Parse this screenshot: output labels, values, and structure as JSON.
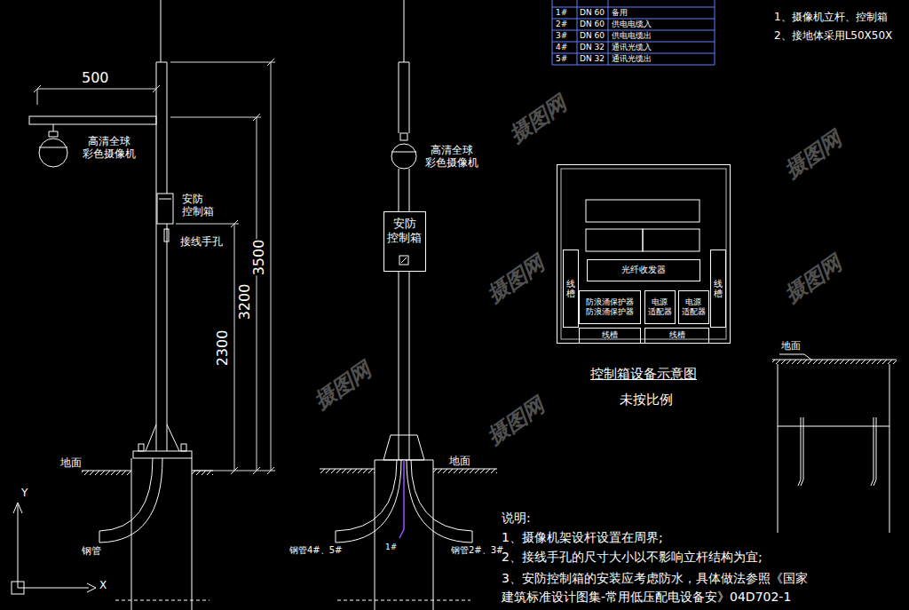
{
  "diagram": {
    "nodes": [
      {
        "text": [
          "安防 控制箱"
        ]
      },
      {
        "text": [
          "控制箱设备示意图"
        ]
      },
      {
        "text": [
          "光纤收发器"
        ],
        "in": 1
      },
      {
        "text": [
          "防浪涌保护器",
          "防浪涌保护器"
        ],
        "in": 1
      },
      {
        "text": [
          "电源 适配器"
        ],
        "in": 1
      },
      {
        "text": [
          "电源 适配器"
        ],
        "in": 1
      },
      {
        "text": [
          "线槽"
        ],
        "in": 1
      },
      {
        "text": [
          "线槽"
        ],
        "in": 1
      },
      {
        "text": [
          "线槽"
        ],
        "in": 1
      },
      {
        "text": [
          "线槽"
        ],
        "in": 1
      }
    ],
    "labels": [
      "500",
      "高清全球 彩色摄像机",
      "安防 控制箱",
      "接线手孔",
      "3500",
      "3200",
      "2300",
      "地面",
      "钢管",
      "Y",
      "X",
      "高清全球 彩色摄像机",
      "地面",
      "钢管4#、5#",
      "1#",
      "钢管2#、3#",
      "1#",
      "DN 60",
      "备用",
      "2#",
      "DN 60",
      "供电电缆入",
      "3#",
      "DN 60",
      "供电电缆出",
      "4#",
      "DN 32",
      "通讯光缆入",
      "5#",
      "DN 32",
      "通讯光缆出",
      "1、摄像机立杆、控制箱",
      "2、接地体采用L50X50X",
      "未按比例",
      "地面",
      "说明:",
      "1、摄像机架设杆设置在周界;",
      "2、接线手孔的尺寸大小以不影响立杆结构为宜;",
      "3、安防控制箱的安装应考虑防水，具体做法参照《国家建筑标准设计图集-常用低压配电设备安》04D702-1",
      "摄图网",
      "摄图网",
      "摄图网",
      "摄图网",
      "摄图网",
      "摄图网"
    ]
  }
}
